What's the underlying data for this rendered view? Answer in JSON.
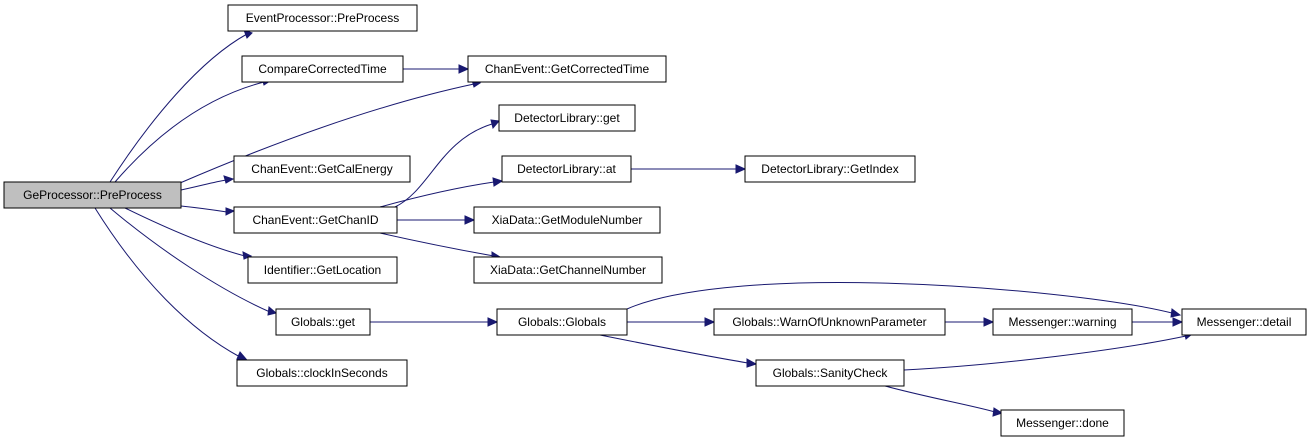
{
  "graph": {
    "nodes": {
      "root": "GeProcessor::PreProcess",
      "ep_preprocess": "EventProcessor::PreProcess",
      "compare_time": "CompareCorrectedTime",
      "get_corrected_time": "ChanEvent::GetCorrectedTime",
      "get_cal_energy": "ChanEvent::GetCalEnergy",
      "get_chan_id": "ChanEvent::GetChanID",
      "id_get_location": "Identifier::GetLocation",
      "globals_get": "Globals::get",
      "clock_in_seconds": "Globals::clockInSeconds",
      "detlib_get": "DetectorLibrary::get",
      "detlib_at": "DetectorLibrary::at",
      "detlib_get_index": "DetectorLibrary::GetIndex",
      "xia_module": "XiaData::GetModuleNumber",
      "xia_channel": "XiaData::GetChannelNumber",
      "globals_ctor": "Globals::Globals",
      "warn_unknown": "Globals::WarnOfUnknownParameter",
      "sanity_check": "Globals::SanityCheck",
      "msg_warning": "Messenger::warning",
      "msg_detail": "Messenger::detail",
      "msg_done": "Messenger::done"
    },
    "edges": [
      [
        "root",
        "ep_preprocess"
      ],
      [
        "root",
        "compare_time"
      ],
      [
        "root",
        "get_corrected_time"
      ],
      [
        "root",
        "get_cal_energy"
      ],
      [
        "root",
        "get_chan_id"
      ],
      [
        "root",
        "id_get_location"
      ],
      [
        "root",
        "globals_get"
      ],
      [
        "root",
        "clock_in_seconds"
      ],
      [
        "compare_time",
        "get_corrected_time"
      ],
      [
        "get_chan_id",
        "detlib_get"
      ],
      [
        "get_chan_id",
        "detlib_at"
      ],
      [
        "get_chan_id",
        "xia_module"
      ],
      [
        "get_chan_id",
        "xia_channel"
      ],
      [
        "detlib_at",
        "detlib_get_index"
      ],
      [
        "globals_get",
        "globals_ctor"
      ],
      [
        "globals_ctor",
        "msg_detail"
      ],
      [
        "globals_ctor",
        "warn_unknown"
      ],
      [
        "globals_ctor",
        "sanity_check"
      ],
      [
        "warn_unknown",
        "msg_warning"
      ],
      [
        "msg_warning",
        "msg_detail"
      ],
      [
        "sanity_check",
        "msg_detail"
      ],
      [
        "sanity_check",
        "msg_done"
      ]
    ],
    "colors": {
      "edge": "#191970",
      "root_fill": "#bfbfbf",
      "node_fill": "#ffffff",
      "node_border": "#000000"
    }
  }
}
